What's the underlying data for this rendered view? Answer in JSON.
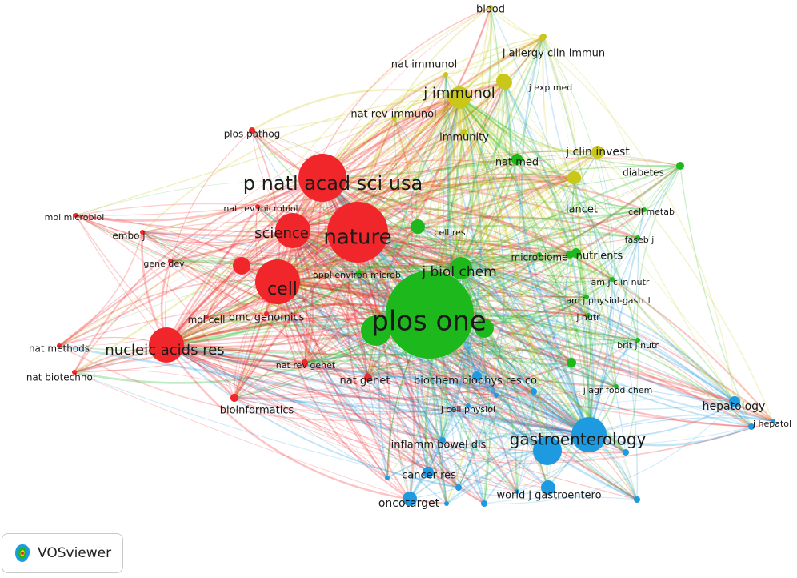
{
  "app": {
    "logo_text": "VOSviewer"
  },
  "colors": {
    "red": "#f0262a",
    "yellow": "#c9c81a",
    "green": "#1cb81c",
    "blue": "#1e9be0"
  },
  "nodes": [
    {
      "id": "blood",
      "label": "blood",
      "cluster": "yellow",
      "weight": 1
    },
    {
      "id": "j_allergy",
      "label": "j allergy clin immun",
      "cluster": "yellow",
      "weight": 1
    },
    {
      "id": "nat_immunol",
      "label": "nat immunol",
      "cluster": "yellow",
      "weight": 1
    },
    {
      "id": "j_exp_med",
      "label": "j exp med",
      "cluster": "yellow",
      "weight": 2
    },
    {
      "id": "j_immunol",
      "label": "j immunol",
      "cluster": "yellow",
      "weight": 4
    },
    {
      "id": "nat_rev_immunol",
      "label": "nat rev immunol",
      "cluster": "yellow",
      "weight": 1
    },
    {
      "id": "immunity",
      "label": "immunity",
      "cluster": "yellow",
      "weight": 1
    },
    {
      "id": "j_clin_invest",
      "label": "j clin invest",
      "cluster": "yellow",
      "weight": 2
    },
    {
      "id": "lancet",
      "label": "lancet",
      "cluster": "yellow",
      "weight": 1
    },
    {
      "id": "plos_pathog",
      "label": "plos pathog",
      "cluster": "red",
      "weight": 1
    },
    {
      "id": "p_natl",
      "label": "p natl acad sci usa",
      "cluster": "red",
      "weight": 8
    },
    {
      "id": "nat_med",
      "label": "nat med",
      "cluster": "green",
      "weight": 2
    },
    {
      "id": "diabetes",
      "label": "diabetes",
      "cluster": "green",
      "weight": 1
    },
    {
      "id": "mol_microbiol",
      "label": "mol microbiol",
      "cluster": "red",
      "weight": 1
    },
    {
      "id": "nat_rev_microbiol",
      "label": "nat rev microbiol",
      "cluster": "red",
      "weight": 1
    },
    {
      "id": "cell_metab",
      "label": "cell metab",
      "cluster": "green",
      "weight": 1
    },
    {
      "id": "embo_j",
      "label": "embo j",
      "cluster": "red",
      "weight": 1
    },
    {
      "id": "science",
      "label": "science",
      "cluster": "red",
      "weight": 7
    },
    {
      "id": "nature",
      "label": "nature",
      "cluster": "red",
      "weight": 10
    },
    {
      "id": "cell_res",
      "label": "cell res",
      "cluster": "green",
      "weight": 2
    },
    {
      "id": "faseb_j",
      "label": "faseb j",
      "cluster": "green",
      "weight": 1
    },
    {
      "id": "gene_dev",
      "label": "gene dev",
      "cluster": "red",
      "weight": 1
    },
    {
      "id": "microbiome",
      "label": "microbiome",
      "cluster": "green",
      "weight": 1
    },
    {
      "id": "nutrients",
      "label": "nutrients",
      "cluster": "green",
      "weight": 2
    },
    {
      "id": "appl_environ",
      "label": "appl environ microb",
      "cluster": "green",
      "weight": 1
    },
    {
      "id": "j_biol_chem",
      "label": "j biol chem",
      "cluster": "green",
      "weight": 4
    },
    {
      "id": "cell",
      "label": "cell",
      "cluster": "red",
      "weight": 8
    },
    {
      "id": "am_j_clin_nutr",
      "label": "am j clin nutr",
      "cluster": "green",
      "weight": 1
    },
    {
      "id": "am_j_physiol",
      "label": "am j physiol-gastr l",
      "cluster": "green",
      "weight": 1
    },
    {
      "id": "plos_one",
      "label": "plos one",
      "cluster": "green",
      "weight": 20
    },
    {
      "id": "mol_cell",
      "label": "mol cell",
      "cluster": "red",
      "weight": 1
    },
    {
      "id": "bmc_genomics",
      "label": "bmc genomics",
      "cluster": "red",
      "weight": 1
    },
    {
      "id": "j_nutr",
      "label": "j nutr",
      "cluster": "green",
      "weight": 1
    },
    {
      "id": "nat_methods",
      "label": "nat methods",
      "cluster": "red",
      "weight": 1
    },
    {
      "id": "nucleic_acids",
      "label": "nucleic acids res",
      "cluster": "red",
      "weight": 6
    },
    {
      "id": "brit_j_nutr",
      "label": "brit j nutr",
      "cluster": "green",
      "weight": 1
    },
    {
      "id": "nat_rev_genet",
      "label": "nat rev genet",
      "cluster": "red",
      "weight": 1
    },
    {
      "id": "nat_biotechnol",
      "label": "nat biotechnol",
      "cluster": "red",
      "weight": 1
    },
    {
      "id": "nat_genet",
      "label": "nat genet",
      "cluster": "red",
      "weight": 1
    },
    {
      "id": "biochem",
      "label": "biochem biophys res co",
      "cluster": "blue",
      "weight": 1
    },
    {
      "id": "j_agr_food",
      "label": "j agr food chem",
      "cluster": "green",
      "weight": 1
    },
    {
      "id": "hepatology",
      "label": "hepatology",
      "cluster": "blue",
      "weight": 2
    },
    {
      "id": "bioinformatics",
      "label": "bioinformatics",
      "cluster": "red",
      "weight": 1
    },
    {
      "id": "j_cell_physiol",
      "label": "j cell physiol",
      "cluster": "blue",
      "weight": 1
    },
    {
      "id": "j_hepatol",
      "label": "j hepatol",
      "cluster": "blue",
      "weight": 1
    },
    {
      "id": "gastroenterology",
      "label": "gastroenterology",
      "cluster": "blue",
      "weight": 8
    },
    {
      "id": "inflamm_bowel",
      "label": "inflamm bowel dis",
      "cluster": "blue",
      "weight": 1
    },
    {
      "id": "cancer_res",
      "label": "cancer res",
      "cluster": "blue",
      "weight": 1
    },
    {
      "id": "world_j_gastro",
      "label": "world j gastroentero",
      "cluster": "blue",
      "weight": 2
    },
    {
      "id": "oncotarget",
      "label": "oncotarget",
      "cluster": "blue",
      "weight": 2
    }
  ]
}
